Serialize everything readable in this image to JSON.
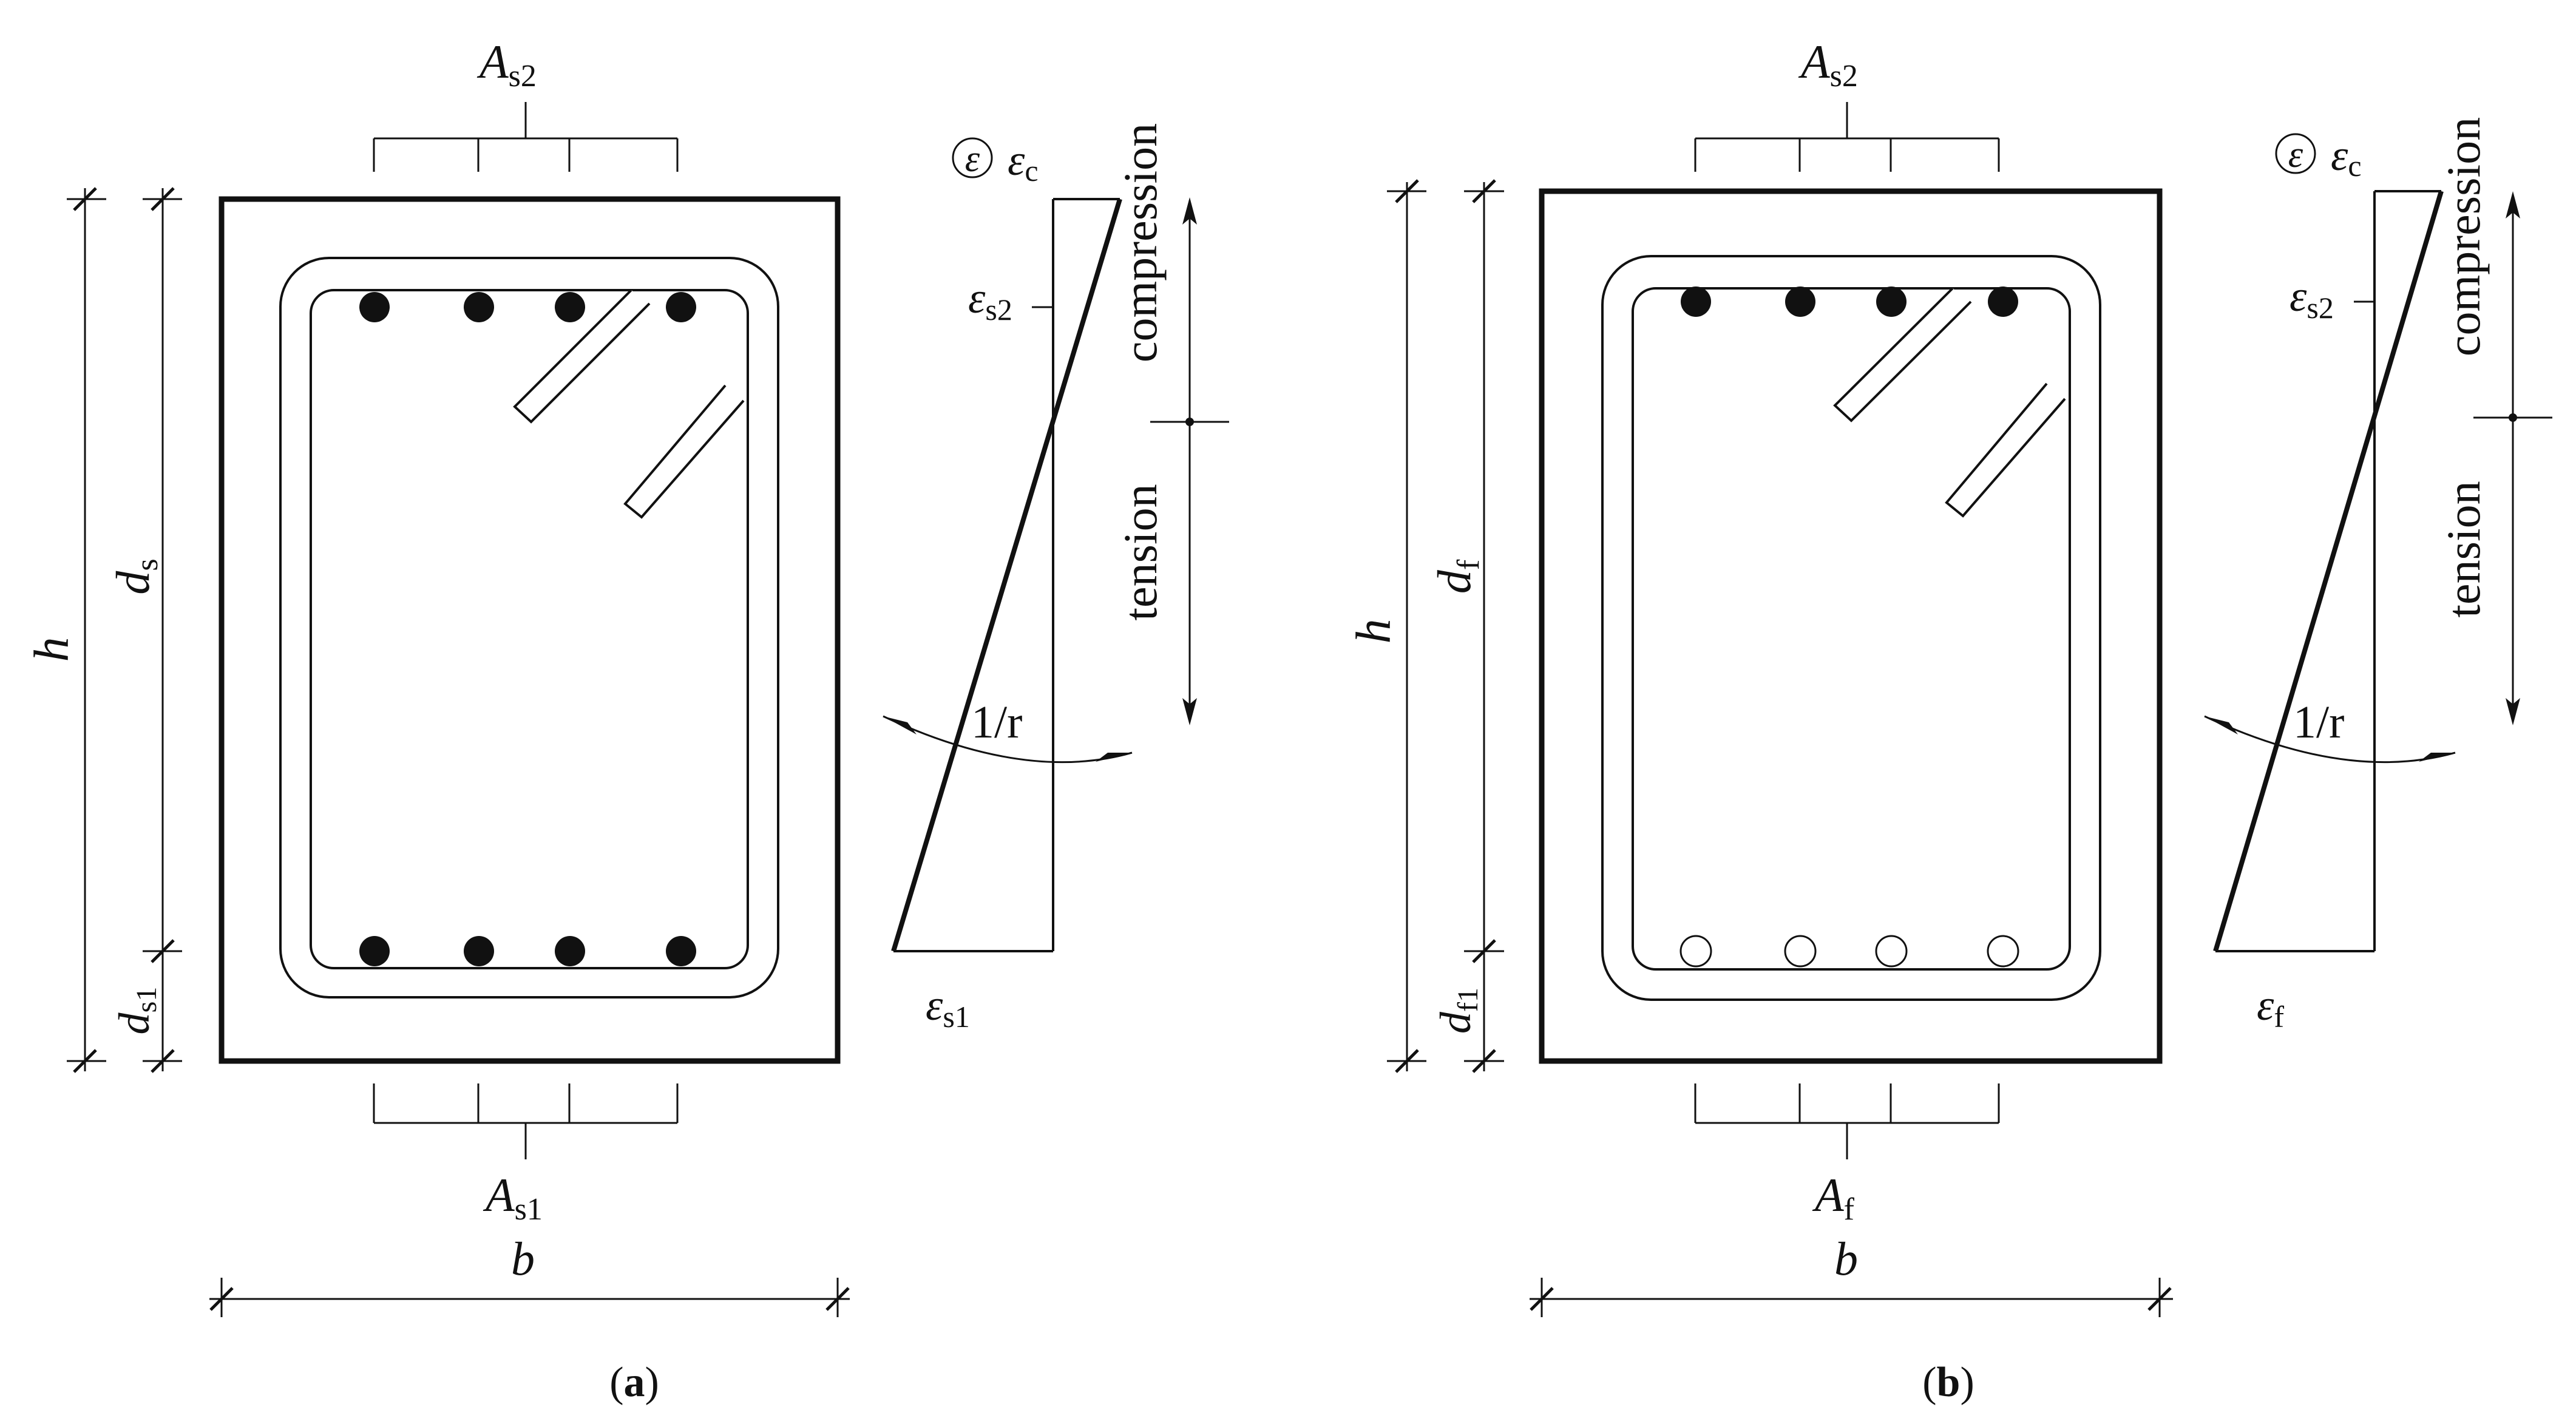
{
  "panel_a": {
    "top_rebar_label": {
      "main": "A",
      "sub": "s2"
    },
    "bottom_rebar_label": {
      "main": "A",
      "sub": "s1"
    },
    "width_label": "b",
    "height_label": "h",
    "depth_label": {
      "main": "d",
      "sub": "s"
    },
    "cover_label": {
      "main": "d",
      "sub": "s1"
    },
    "strain_symbol": "ε",
    "strain_top": {
      "main": "ε",
      "sub": "c"
    },
    "strain_mid": {
      "main": "ε",
      "sub": "s2"
    },
    "strain_bottom": {
      "main": "ε",
      "sub": "s1"
    },
    "curvature_label": "1/r",
    "compression_label": "compression",
    "tension_label": "tension",
    "caption": {
      "open": "(",
      "letter": "a",
      "close": ")"
    },
    "bottom_bar_style": "filled"
  },
  "panel_b": {
    "top_rebar_label": {
      "main": "A",
      "sub": "s2"
    },
    "bottom_rebar_label": {
      "main": "A",
      "sub": "f"
    },
    "width_label": "b",
    "height_label": "h",
    "depth_label": {
      "main": "d",
      "sub": "f"
    },
    "cover_label": {
      "main": "d",
      "sub": "f1"
    },
    "strain_symbol": "ε",
    "strain_top": {
      "main": "ε",
      "sub": "c"
    },
    "strain_mid": {
      "main": "ε",
      "sub": "s2"
    },
    "strain_bottom": {
      "main": "ε",
      "sub": "f"
    },
    "curvature_label": "1/r",
    "compression_label": "compression",
    "tension_label": "tension",
    "caption": {
      "open": "(",
      "letter": "b",
      "close": ")"
    },
    "bottom_bar_style": "hollow"
  },
  "colors": {
    "ink": "#111111",
    "background": "#ffffff"
  }
}
